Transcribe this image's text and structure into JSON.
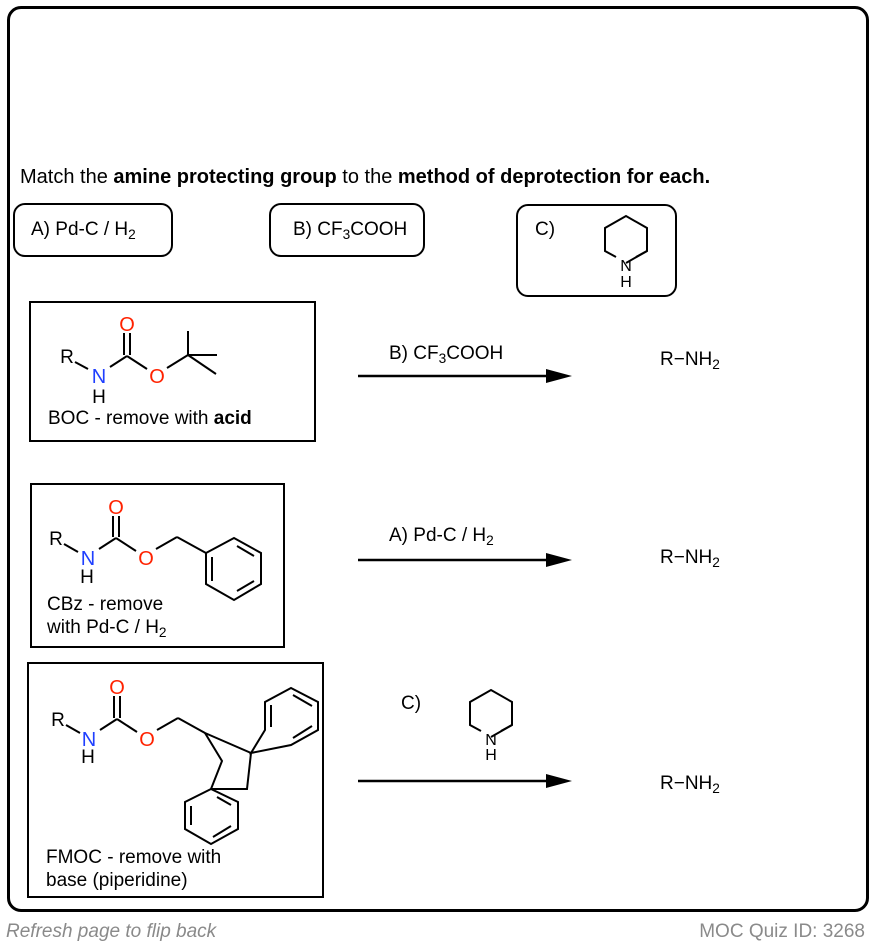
{
  "question": {
    "prefix": "Match the ",
    "bold1": "amine protecting group",
    "middle": " to the ",
    "bold2": "method of deprotection for each."
  },
  "options": {
    "a": {
      "text": "A) Pd-C / H",
      "sub": "2"
    },
    "b": {
      "text": "B) CF",
      "sub": "3",
      "suffix": "COOH"
    },
    "c": {
      "text": "C)"
    }
  },
  "atoms": {
    "R": "R",
    "N": "N",
    "H": "H",
    "O": "O",
    "pip_N": "N",
    "pip_H": "H"
  },
  "rows": {
    "boc": {
      "caption_pre": "BOC - remove with ",
      "caption_bold": "acid",
      "reagent": {
        "text": "B) CF",
        "sub": "3",
        "suffix": "COOH"
      },
      "product": {
        "text": "R−NH",
        "sub": "2"
      }
    },
    "cbz": {
      "caption_line1": "CBz - remove",
      "caption_line2": "with Pd-C / H",
      "caption_sub": "2",
      "reagent": {
        "text": "A) Pd-C / H",
        "sub": "2"
      },
      "product": {
        "text": "R−NH",
        "sub": "2"
      }
    },
    "fmoc": {
      "caption_line1": "FMOC - remove with",
      "caption_line2": "base (piperidine)",
      "reagent_label": "C)",
      "product": {
        "text": "R−NH",
        "sub": "2"
      }
    }
  },
  "footer": {
    "left": "Refresh page to flip back",
    "right": "MOC Quiz ID: 3268"
  },
  "colors": {
    "nitrogen": "#1f3fff",
    "oxygen": "#ff2200",
    "footer_text": "#8a8a8a"
  }
}
